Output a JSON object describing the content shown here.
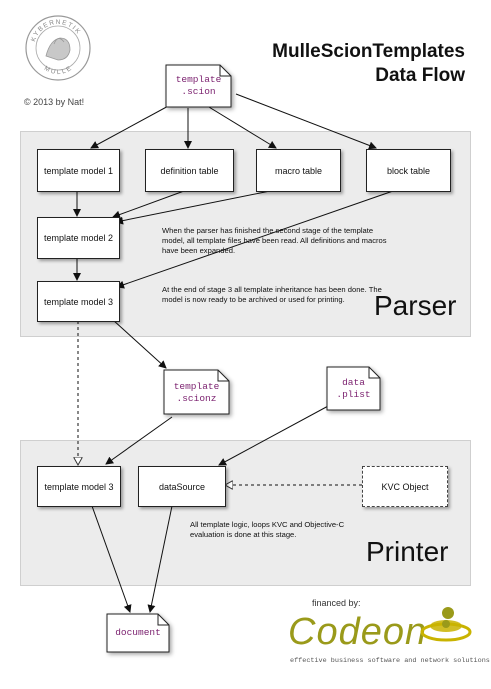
{
  "title": {
    "line1": "MulleScionTemplates",
    "line2": "Data  Flow"
  },
  "copyright": "© 2013 by Nat!",
  "logo_seal": {
    "text_top": "KYBERNETIK",
    "text_bottom": "MULLE"
  },
  "documents": {
    "template_scion": [
      "template",
      ".scion"
    ],
    "template_scionz": [
      "template",
      ".scionz"
    ],
    "data_plist": [
      "data",
      ".plist"
    ],
    "document": [
      "document"
    ]
  },
  "parser": {
    "label": "Parser",
    "boxes": {
      "template_model_1": "template model 1",
      "definition_table": "definition table",
      "macro_table": "macro table",
      "block_table": "block  table",
      "template_model_2": "template model 2",
      "template_model_3": "template model 3"
    },
    "note_stage2": "When the parser has finished the second stage of the template model, all template files have been read. All definitions and macros have been expanded.",
    "note_stage3": "At the end of stage 3 all template inheritance has been done. The model is now ready to be archived or used for printing."
  },
  "printer": {
    "label": "Printer",
    "boxes": {
      "template_model_3": "template model 3",
      "data_source": "dataSource",
      "kvc_object": "KVC Object"
    },
    "note": "All template logic, loops KVC and Objective-C evaluation is done at this stage."
  },
  "sponsor": {
    "financed_by": "financed by:",
    "name": "Codeon",
    "tagline": "effective business software and network solutions"
  },
  "colors": {
    "doc_text": "#7a1f6e",
    "panel": "#ececec",
    "codeon_olive": "#9a9a1a",
    "codeon_gold": "#c9b300"
  }
}
